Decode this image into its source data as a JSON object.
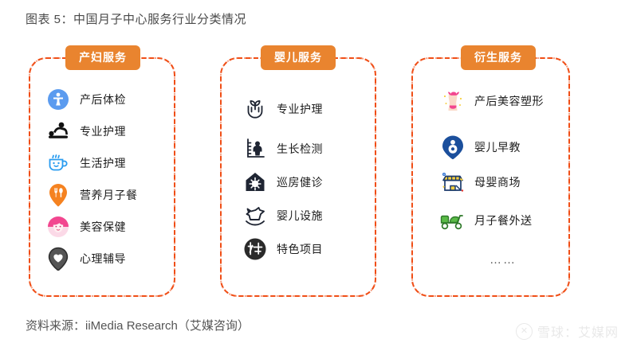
{
  "title": "图表 5：中国月子中心服务行业分类情况",
  "colors": {
    "badge_orange": "#e9842f",
    "card_border": "#f04e16",
    "title_gray": "#4a4a4a",
    "label_black": "#1d1d1d",
    "icon_blue": "#5b9bef",
    "icon_navy": "#1f2533",
    "icon_pink": "#f2468f",
    "icon_green": "#5aba47",
    "icon_yellow": "#f7cf3f",
    "icon_darkblue": "#1b4f9c",
    "icon_gray": "#555555"
  },
  "columns": [
    {
      "badge": "产妇服务",
      "items": [
        {
          "label": "产后体检",
          "icon": "person-checkup-icon"
        },
        {
          "label": "专业护理",
          "icon": "massage-care-icon"
        },
        {
          "label": "生活护理",
          "icon": "tea-cup-smile-icon"
        },
        {
          "label": "营养月子餐",
          "icon": "fork-spoon-pin-icon"
        },
        {
          "label": "美容保健",
          "icon": "beauty-face-icon"
        },
        {
          "label": "心理辅导",
          "icon": "heart-pin-icon"
        }
      ],
      "more": ""
    },
    {
      "badge": "婴儿服务",
      "items": [
        {
          "label": "专业护理",
          "icon": "hands-sprout-icon"
        },
        {
          "label": "生长检测",
          "icon": "growth-chart-icon"
        },
        {
          "label": "巡房健诊",
          "icon": "house-check-icon"
        },
        {
          "label": "婴儿设施",
          "icon": "rocking-horse-icon"
        },
        {
          "label": "特色项目",
          "icon": "special-te-icon"
        }
      ],
      "more": ""
    },
    {
      "badge": "衍生服务",
      "items": [
        {
          "label": "产后美容塑形",
          "icon": "body-shaping-icon"
        },
        {
          "label": "婴儿早教",
          "icon": "baby-education-icon"
        },
        {
          "label": "母婴商场",
          "icon": "shop-store-icon"
        },
        {
          "label": "月子餐外送",
          "icon": "scooter-delivery-icon"
        }
      ],
      "more": "……"
    }
  ],
  "source": "资料来源：iiMedia Research（艾媒咨询）",
  "watermark": {
    "logo": "✕",
    "text": "雪球：艾媒网"
  }
}
